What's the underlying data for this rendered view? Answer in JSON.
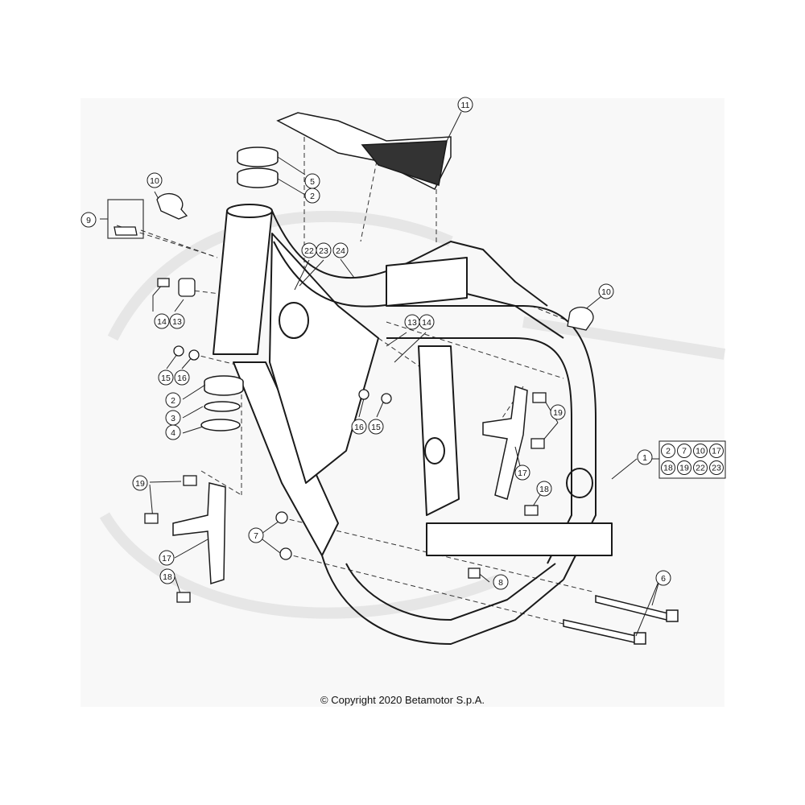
{
  "diagram": {
    "callouts": [
      {
        "id": "c11a",
        "label": "11"
      },
      {
        "id": "c5",
        "label": "5"
      },
      {
        "id": "c2a",
        "label": "2"
      },
      {
        "id": "c10a",
        "label": "10"
      },
      {
        "id": "c9",
        "label": "9"
      },
      {
        "id": "c22",
        "label": "22"
      },
      {
        "id": "c23",
        "label": "23"
      },
      {
        "id": "c24",
        "label": "24"
      },
      {
        "id": "c14a",
        "label": "14"
      },
      {
        "id": "c13a",
        "label": "13"
      },
      {
        "id": "c13b",
        "label": "13"
      },
      {
        "id": "c14b",
        "label": "14"
      },
      {
        "id": "c10b",
        "label": "10"
      },
      {
        "id": "c15a",
        "label": "15"
      },
      {
        "id": "c16a",
        "label": "16"
      },
      {
        "id": "c2b",
        "label": "2"
      },
      {
        "id": "c3",
        "label": "3"
      },
      {
        "id": "c4",
        "label": "4"
      },
      {
        "id": "c16b",
        "label": "16"
      },
      {
        "id": "c15b",
        "label": "15"
      },
      {
        "id": "c19a",
        "label": "19"
      },
      {
        "id": "c19b",
        "label": "19"
      },
      {
        "id": "c17a",
        "label": "17"
      },
      {
        "id": "c18a",
        "label": "18"
      },
      {
        "id": "c17b",
        "label": "17"
      },
      {
        "id": "c18b",
        "label": "18"
      },
      {
        "id": "c1",
        "label": "1"
      },
      {
        "id": "c7",
        "label": "7"
      },
      {
        "id": "c8",
        "label": "8"
      },
      {
        "id": "c6",
        "label": "6"
      }
    ],
    "kit_box": [
      "2",
      "7",
      "10",
      "17",
      "18",
      "19",
      "22",
      "23"
    ]
  },
  "copyright": "© Copyright 2020 Betamotor S.p.A."
}
